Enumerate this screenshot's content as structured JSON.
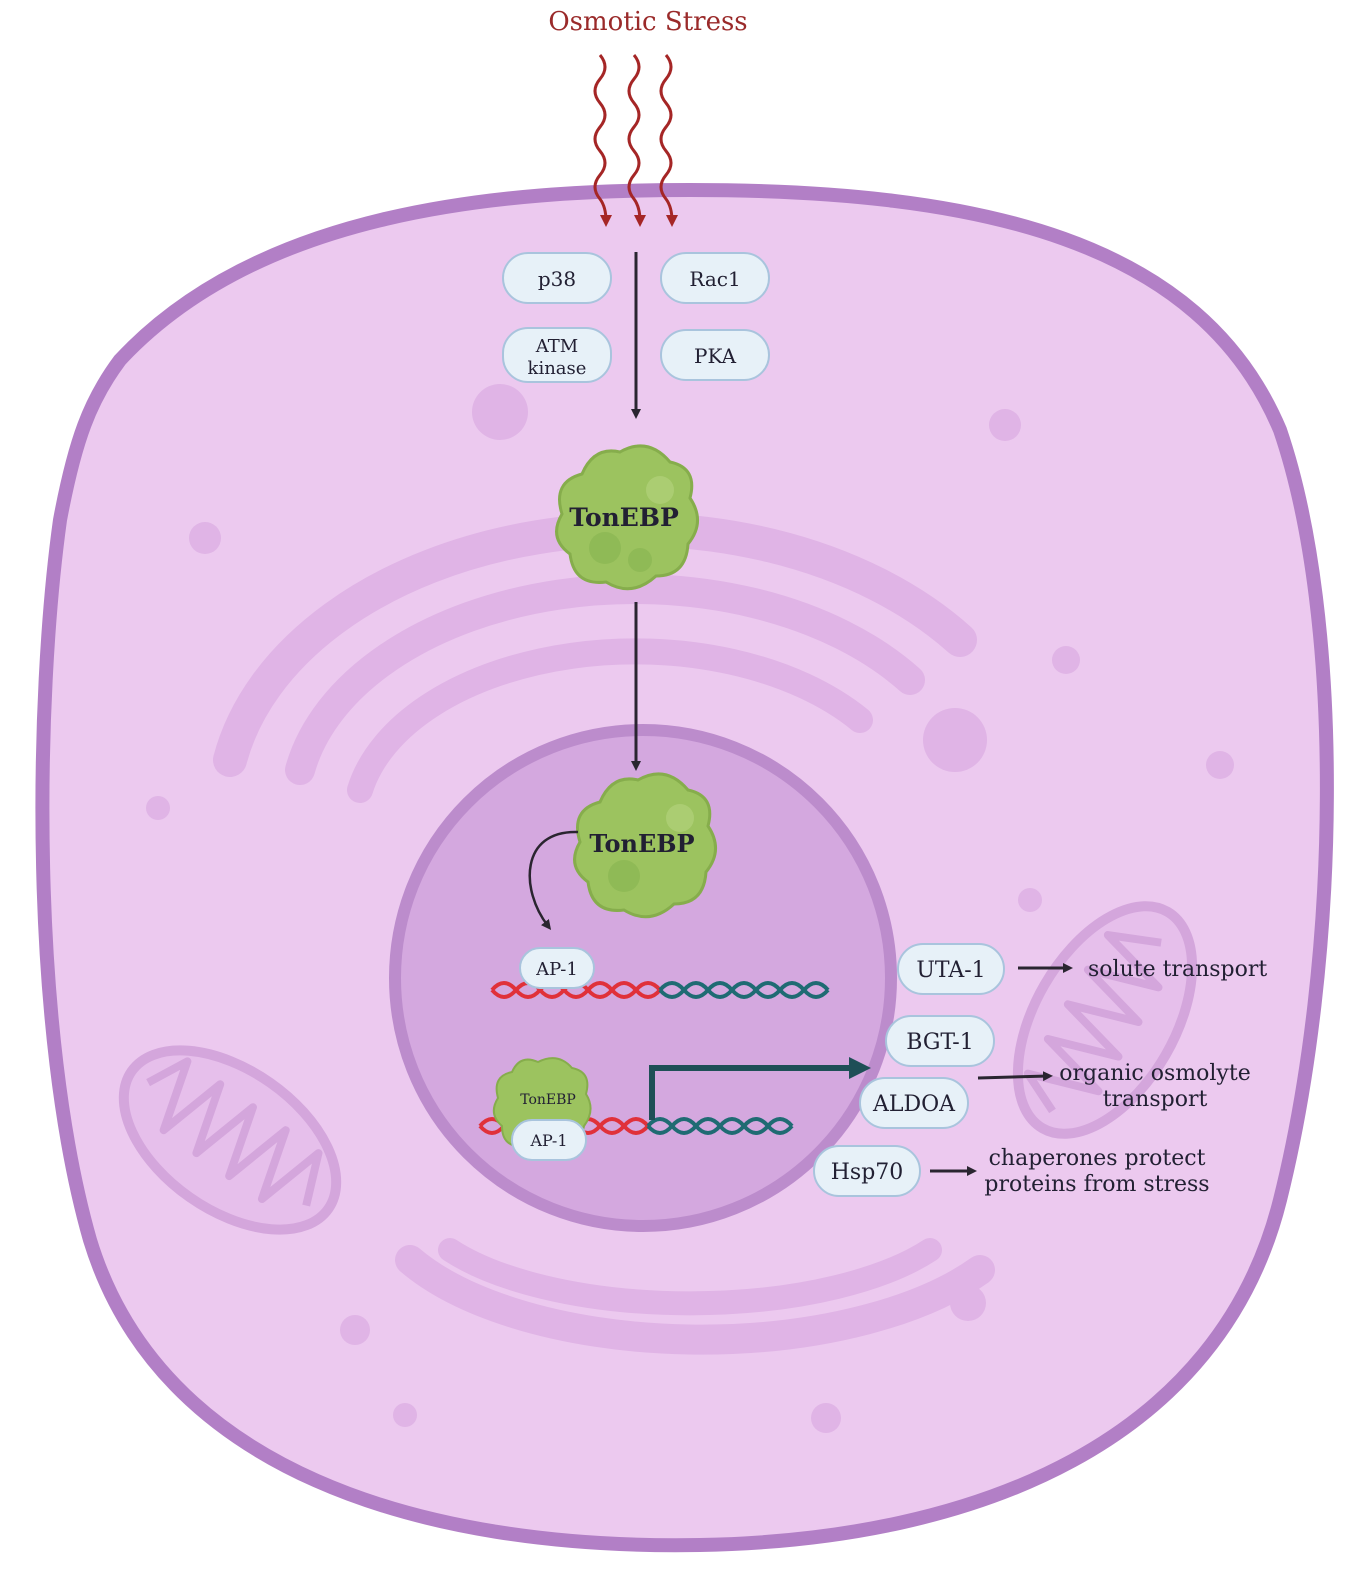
{
  "stimulus": {
    "label": "Osmotic Stress",
    "color": "#a52626"
  },
  "kinases": [
    {
      "id": "p38",
      "label": "p38"
    },
    {
      "id": "rac1",
      "label": "Rac1"
    },
    {
      "id": "atm",
      "line1": "ATM",
      "line2": "kinase"
    },
    {
      "id": "pka",
      "label": "PKA"
    }
  ],
  "tonebp": {
    "cytoplasm": "TonEBP",
    "nucleus": "TonEBP",
    "bound": "TonEBP"
  },
  "ap1": {
    "free": "AP-1",
    "bound": "AP-1"
  },
  "targets": [
    {
      "gene": "UTA-1",
      "outcome": "solute transport"
    },
    {
      "gene": "BGT-1"
    },
    {
      "gene": "ALDOA",
      "outcome_line1": "organic osmolyte",
      "outcome_line2": "transport"
    },
    {
      "gene": "Hsp70",
      "outcome_line1": "chaperones protect",
      "outcome_line2": "proteins from stress"
    }
  ],
  "colors": {
    "cell_fill": "#ecc9ef",
    "cell_border": "#b27fc6",
    "nucleus_fill": "#d4a8df",
    "nucleus_border": "#bc8ccc",
    "protein_green": "#9cc35f",
    "dna_red": "#e0313a",
    "dna_teal": "#1f6b73",
    "pill_fill": "#e7f1f8",
    "arrow": "#2a2530"
  }
}
